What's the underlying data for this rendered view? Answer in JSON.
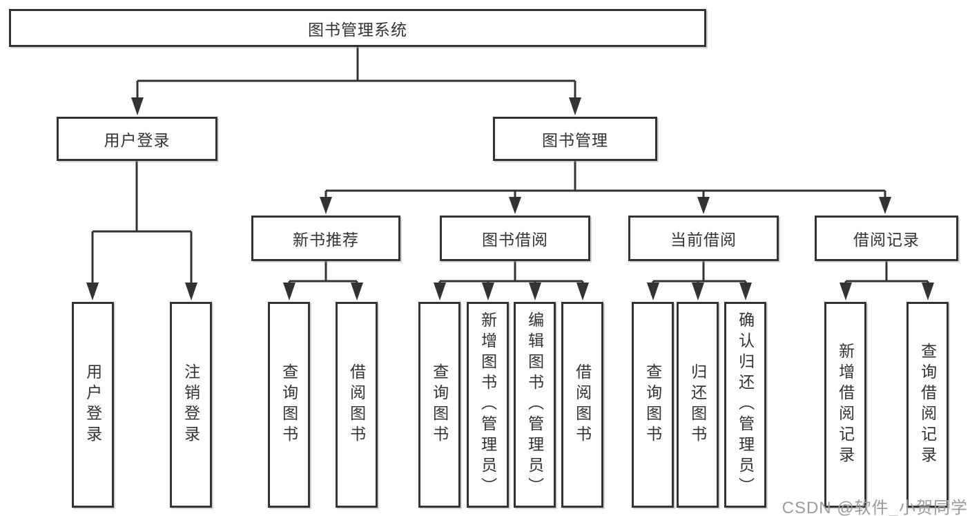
{
  "diagram": {
    "title": "图书管理系统",
    "branches": [
      {
        "label": "用户登录",
        "leaves": [
          "用户登录",
          "注销登录"
        ]
      },
      {
        "label": "图书管理",
        "children": [
          {
            "label": "新书推荐",
            "leaves": [
              "查询图书",
              "借阅图书"
            ]
          },
          {
            "label": "图书借阅",
            "leaves": [
              "查询图书",
              "新增图书（管理员）",
              "编辑图书（管理员）",
              "借阅图书"
            ]
          },
          {
            "label": "当前借阅",
            "leaves": [
              "查询图书",
              "归还图书",
              "确认归还（管理员）"
            ]
          },
          {
            "label": "借阅记录",
            "leaves": [
              "新增借阅记录",
              "查询借阅记录"
            ]
          }
        ]
      }
    ]
  },
  "colors": {
    "line": "#333333",
    "box_border": "#333333",
    "text": "#333333",
    "background": "#ffffff",
    "watermark": "#9b9b9b"
  },
  "watermark": {
    "text": "CSDN @软件_小贺同学"
  }
}
